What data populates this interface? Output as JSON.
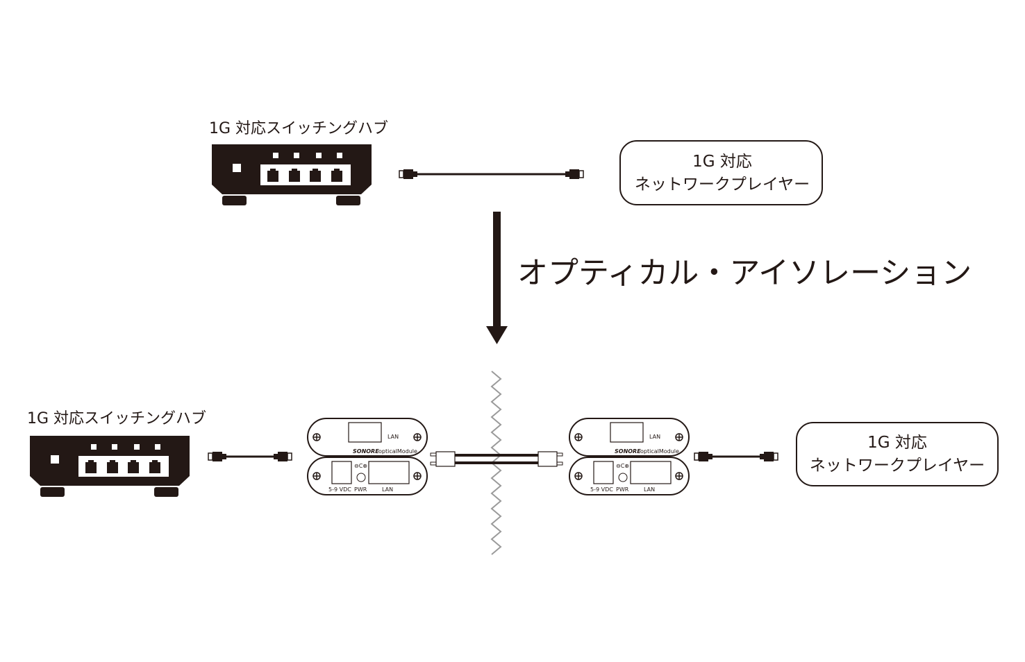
{
  "before": {
    "hub_label": "1G 対応スイッチングハブ",
    "player_line1": "1G 対応",
    "player_line2": "ネットワークプレイヤー"
  },
  "transition": {
    "title": "オプティカル・アイソレーション",
    "arrow_icon": "arrow-down-icon"
  },
  "after": {
    "hub_label": "1G 対応スイッチングハブ",
    "player_line1": "1G 対応",
    "player_line2": "ネットワークプレイヤー",
    "module": {
      "brand": "SONORE",
      "model": "opticalModule",
      "lan_top": "LAN",
      "power_label": "5-9 VDC",
      "pwr_label": "PWR",
      "lan_bottom": "LAN"
    }
  },
  "colors": {
    "ink": "#231815",
    "wall": "#9a9a9a"
  }
}
